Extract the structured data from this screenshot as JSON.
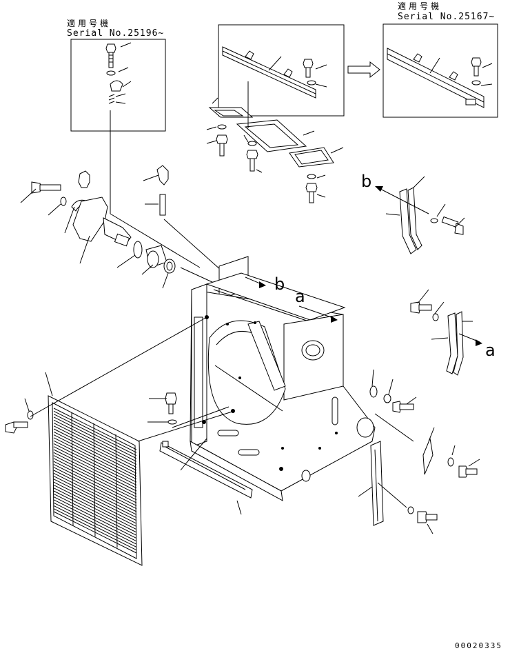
{
  "variant_left": {
    "applicable_label": "適用号機",
    "serial_label": "Serial No.25196~"
  },
  "variant_right": {
    "applicable_label": "適用号機",
    "serial_label": "Serial No.25167~"
  },
  "view_markers": {
    "b": "b",
    "a": "a"
  },
  "drawing_number": "00020335",
  "colors": {
    "line": "#000000",
    "background": "#ffffff"
  }
}
